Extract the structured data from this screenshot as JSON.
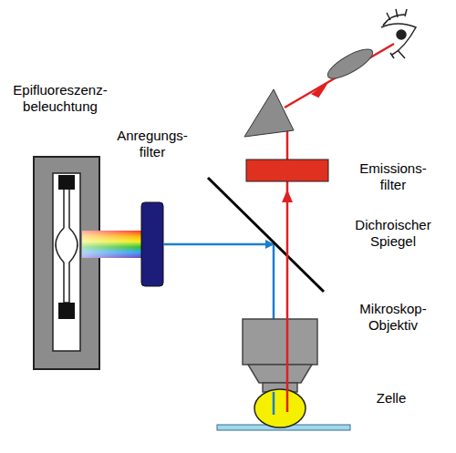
{
  "diagram": {
    "labels": [
      "Epifluoreszenz- beleuchtung",
      "Anregungs- filter",
      "Emissions- filter",
      "Dichroischer Spiegel",
      "Mikroskop- Objektiv",
      "Zelle"
    ]
  }
}
